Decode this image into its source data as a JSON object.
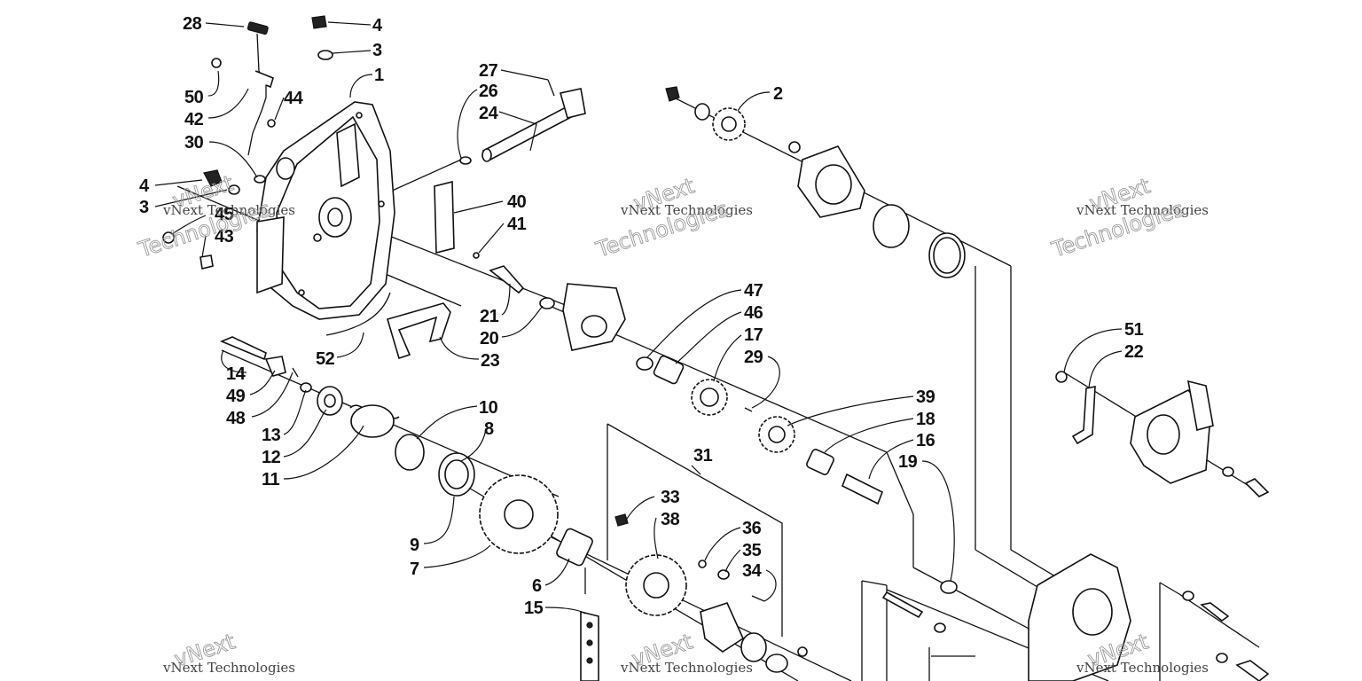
{
  "callouts": [
    "28",
    "4",
    "3",
    "1",
    "50",
    "44",
    "42",
    "30",
    "4",
    "3",
    "45",
    "43",
    "27",
    "26",
    "24",
    "40",
    "41",
    "2",
    "21",
    "20",
    "52",
    "23",
    "47",
    "46",
    "17",
    "29",
    "14",
    "49",
    "48",
    "13",
    "12",
    "11",
    "10",
    "8",
    "39",
    "18",
    "16",
    "19",
    "51",
    "22",
    "31",
    "33",
    "38",
    "36",
    "35",
    "34",
    "9",
    "7",
    "6",
    "15"
  ],
  "watermark": {
    "small": "vNext Technologies",
    "big_line1": "vNext",
    "big_line2": "Technologies"
  }
}
